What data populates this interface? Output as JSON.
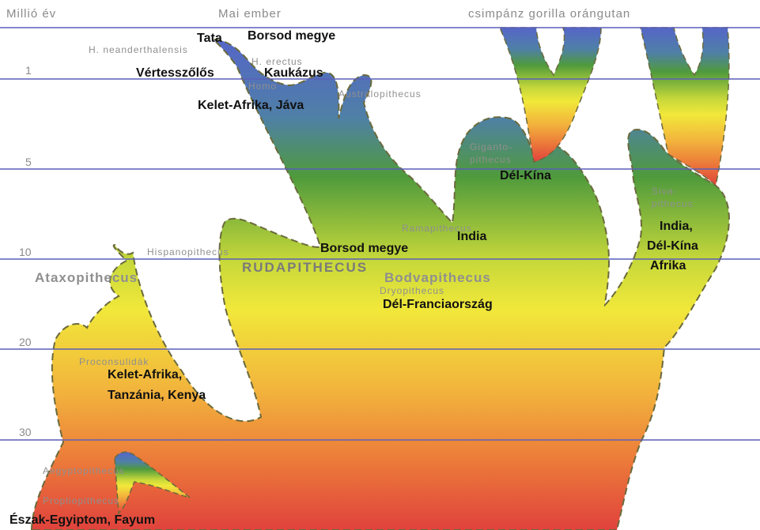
{
  "header": {
    "y_axis_title": "Millió év",
    "modern_human": "Mai ember",
    "apes": "csimpánz gorilla orángutan"
  },
  "ticks": [
    "1",
    "5",
    "10",
    "20",
    "30"
  ],
  "taxa": {
    "neanderthalensis": "H. neanderthalensis",
    "erectus": "H. erectus",
    "homo": "Homo",
    "australopithecus": "Australopithecus",
    "gigantopithecus_1": "Giganto-",
    "gigantopithecus_2": "pithecus",
    "sivapithecus_1": "Siva-",
    "sivapithecus_2": "pithecus",
    "ramapithecus": "Ramapithecus",
    "hispanopithecus": "Hispanopithecus",
    "rudapithecus": "RUDAPITHECUS",
    "bodvapithecus": "Bodvapithecus",
    "dryopithecus": "Dryopithecus",
    "ataxopithecus": "Ataxopithecus",
    "proconsulidak": "Proconsulidák",
    "aegyptopithecus": "Aegyptopithecus",
    "propliopithecus": "Propliopithecus"
  },
  "locations": {
    "tata": "Tata",
    "borsod_top": "Borsod megye",
    "vertesszolos": "Vértesszőlős",
    "kaukazus": "Kaukázus",
    "kelet_afrika_java": "Kelet-Afrika, Jáva",
    "del_kina_giganto": "Dél-Kína",
    "india_rama": "India",
    "borsod_mid": "Borsod megye",
    "siva_india": "India,",
    "siva_del_kina": "Dél-Kína",
    "siva_afrika": "Afrika",
    "del_franciaorszag": "Dél-Franciaország",
    "kelet_afrika": "Kelet-Afrika,",
    "tanzania_kenya": "Tanzánia, Kenya",
    "eszak_egyiptom": "Észak-Egyiptom, Fayum"
  },
  "colors": {
    "top_blue": "#5566c8",
    "green": "#4f9a3c",
    "yellow": "#f1e83a",
    "orange": "#ef9a3a",
    "red": "#e0423c",
    "grid_line": "#5a5fb8",
    "outline": "#6b6a3c"
  }
}
